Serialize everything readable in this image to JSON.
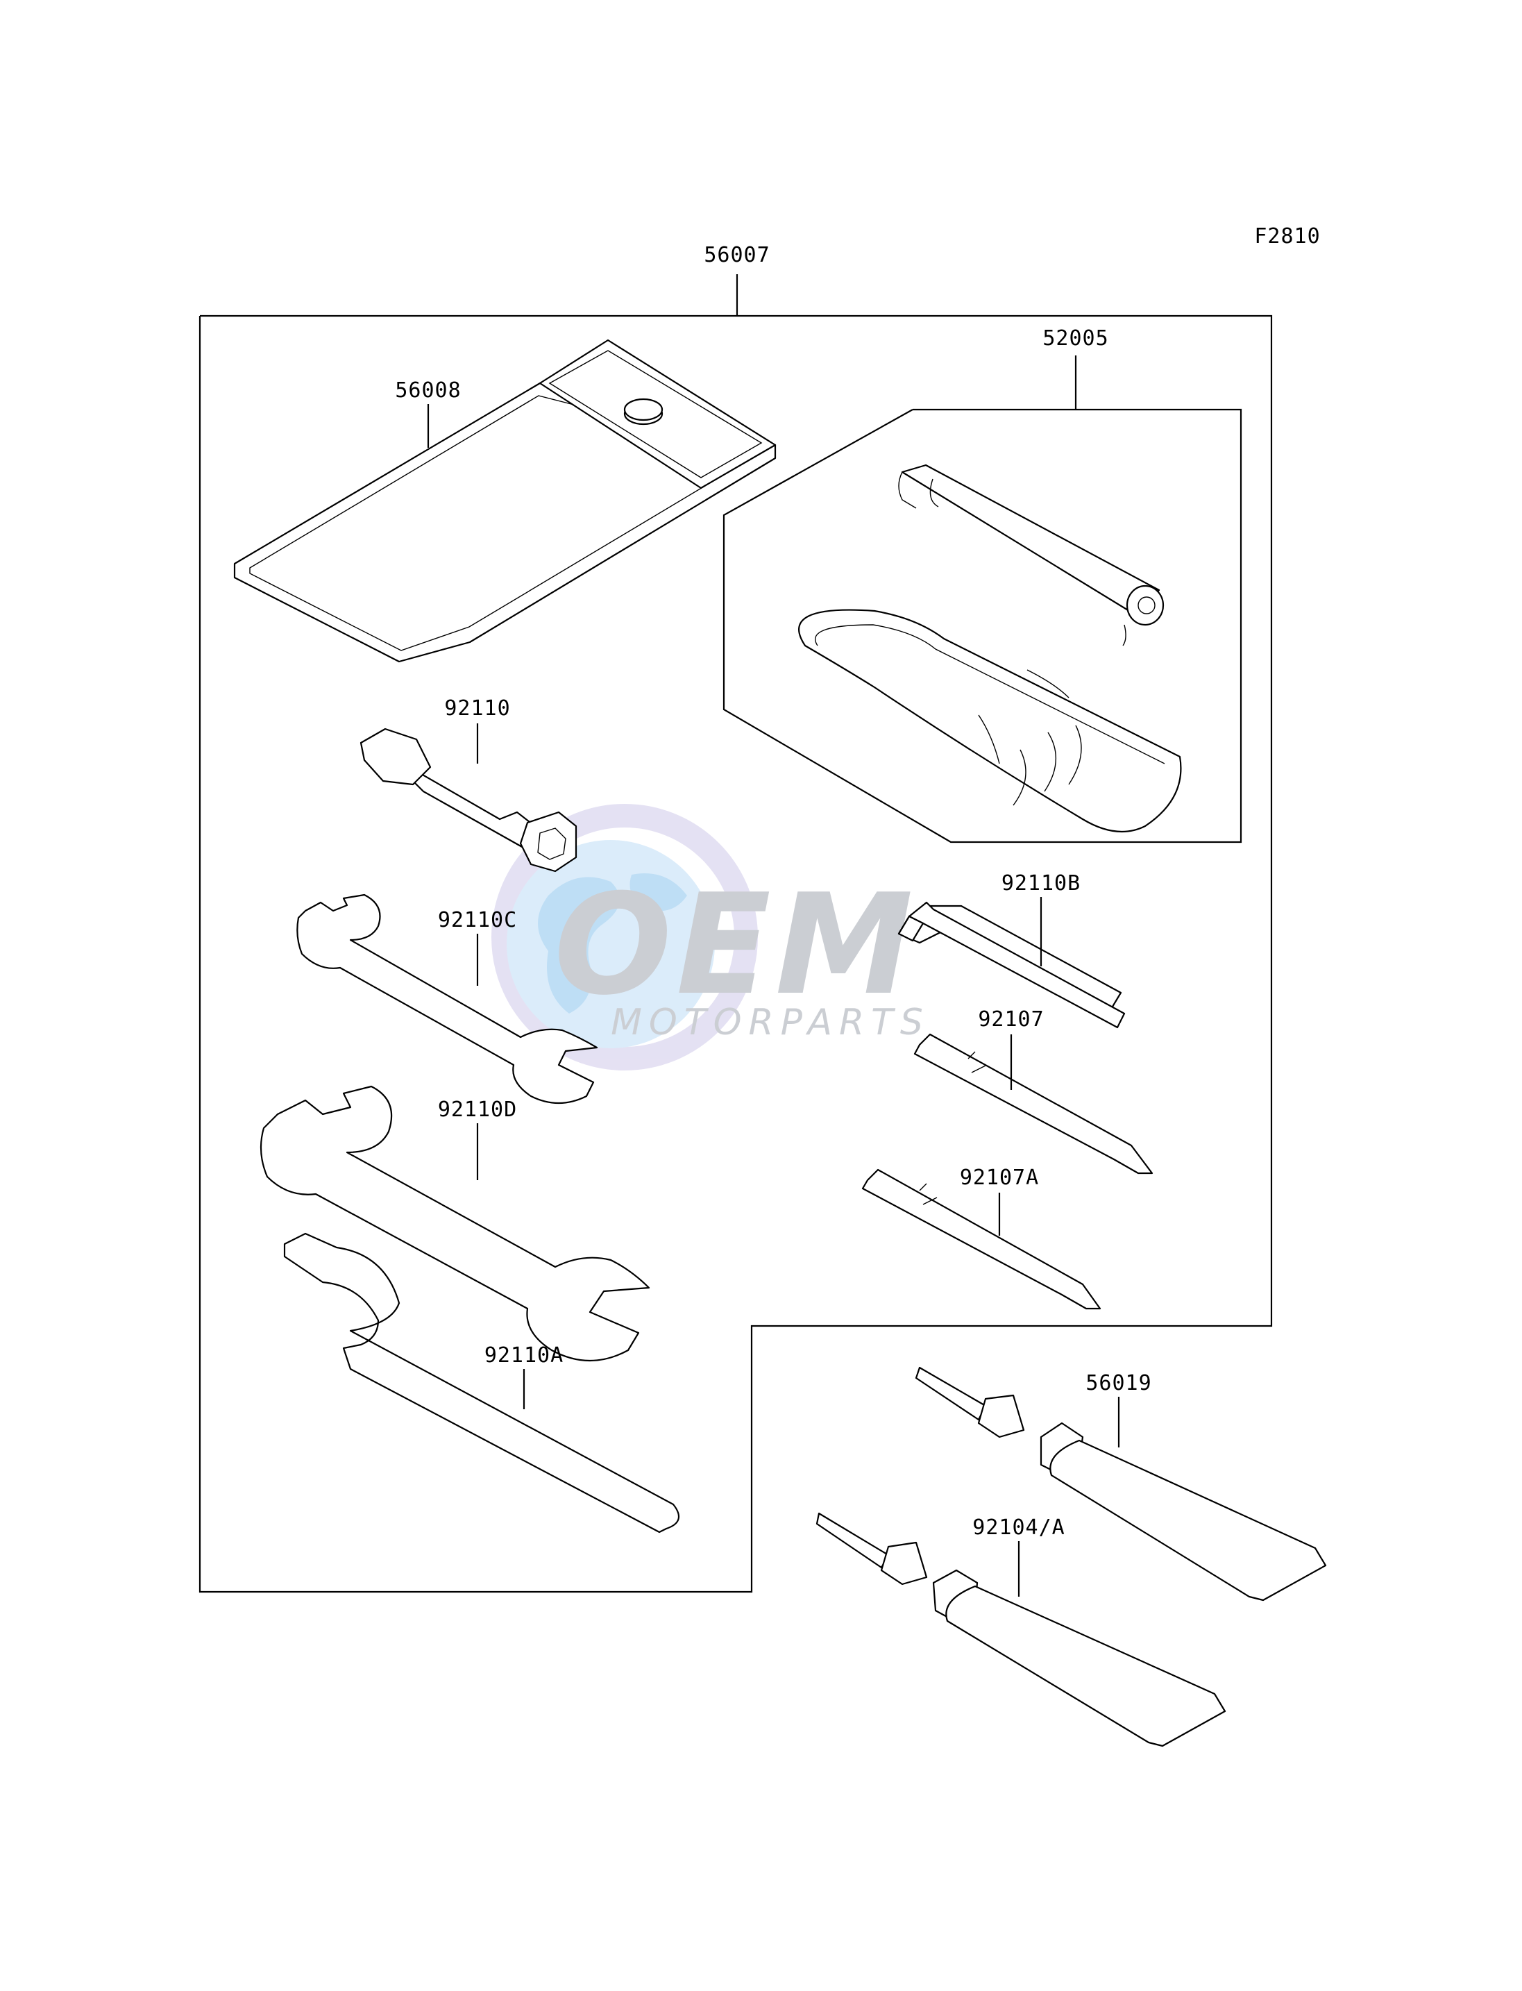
{
  "figure_code": "F2810",
  "parts": {
    "kit": "56007",
    "case": "56008",
    "repair_kit": "52005",
    "plug_wrench": "92110",
    "hex_wrench": "92110B",
    "wrench_c": "92110C",
    "wrench_d": "92110D",
    "wrench_a": "92110A",
    "driver": "92107",
    "driver_a": "92107A",
    "grease": "56019",
    "tube": "92104/A"
  },
  "watermark": {
    "brand": "OEM",
    "tagline": "MOTORPARTS",
    "colors": {
      "globe": "#cfe6f8",
      "ring": "#d9d4ee",
      "text": "#c9ccd2"
    }
  }
}
